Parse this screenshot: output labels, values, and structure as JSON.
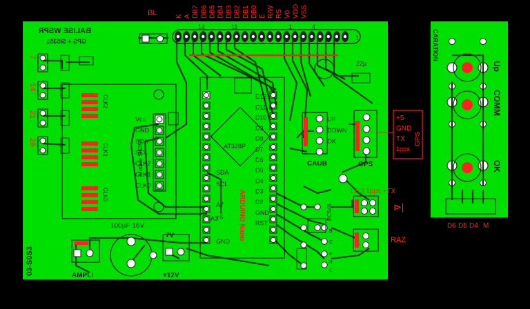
{
  "top_header": {
    "bl": "BL",
    "pins": [
      "K",
      "A",
      "DB7",
      "DB6",
      "DB5",
      "DB4",
      "DB3",
      "DB2",
      "DB1",
      "DB0",
      "E",
      "R/W",
      "RS",
      "V0",
      "VDD",
      "VSS"
    ]
  },
  "main_board": {
    "title_mirrored": "BALISE WSPR",
    "subtitle_mirrored": "GPS + Si5351",
    "code_mirrored": "03-S0S3",
    "header_nums": [
      "14",
      "11",
      "1",
      "4",
      "1"
    ],
    "cap_22u": "22µ",
    "left_nums": [
      "7",
      "14",
      "21",
      "28"
    ],
    "module_labels": [
      "Vcc",
      "GND",
      "SDA",
      "SCL",
      "CLK2",
      "CLK1",
      "CLK0"
    ],
    "module_name": "Module Si5351",
    "clk_tabs": [
      "CLK2",
      "CLK1",
      "CLK0"
    ],
    "arduino_d": [
      "D12",
      "D11",
      "D10",
      "D9",
      "D8",
      "D7",
      "D6",
      "D5",
      "D4",
      "D3",
      "D2",
      "GND",
      "RST"
    ],
    "arduino_left": [
      "SDA",
      "SCL",
      "A7",
      "+5",
      "GND"
    ],
    "arduino_top": "A3",
    "mcu": "AT328P",
    "arduino_label": "ARDUINO Nano",
    "bat_labels": [
      "UP",
      "DOWN",
      "OK"
    ],
    "caub": "CAUB",
    "gps_conn": "GPS",
    "led_label": "LED 1pps +TX",
    "raz": "RAZ",
    "cap_100u": "100µF 16V",
    "v7": "7V",
    "plus12": "+12V",
    "ampli": "AMPLI",
    "bc548": "BC548",
    "trans_pins": [
      "B",
      "C"
    ],
    "trans_pins2": [
      "E",
      "B",
      "C"
    ]
  },
  "gps_box": {
    "lines": [
      "+5",
      "GND",
      "TX",
      "1pps"
    ],
    "side": "GPS"
  },
  "right_board": {
    "title_mirrored": "CARATION",
    "comm": "COMM",
    "up": "Up",
    "ok": "OK",
    "bottom": [
      "D6",
      "D5",
      "D4",
      "M"
    ]
  },
  "colors": {
    "board": "#00e000",
    "trace": "#003800",
    "silk": "#202020",
    "text_red": "#ff2020",
    "pad": "#ffffff",
    "drill": "#000000",
    "background": "#000000"
  }
}
